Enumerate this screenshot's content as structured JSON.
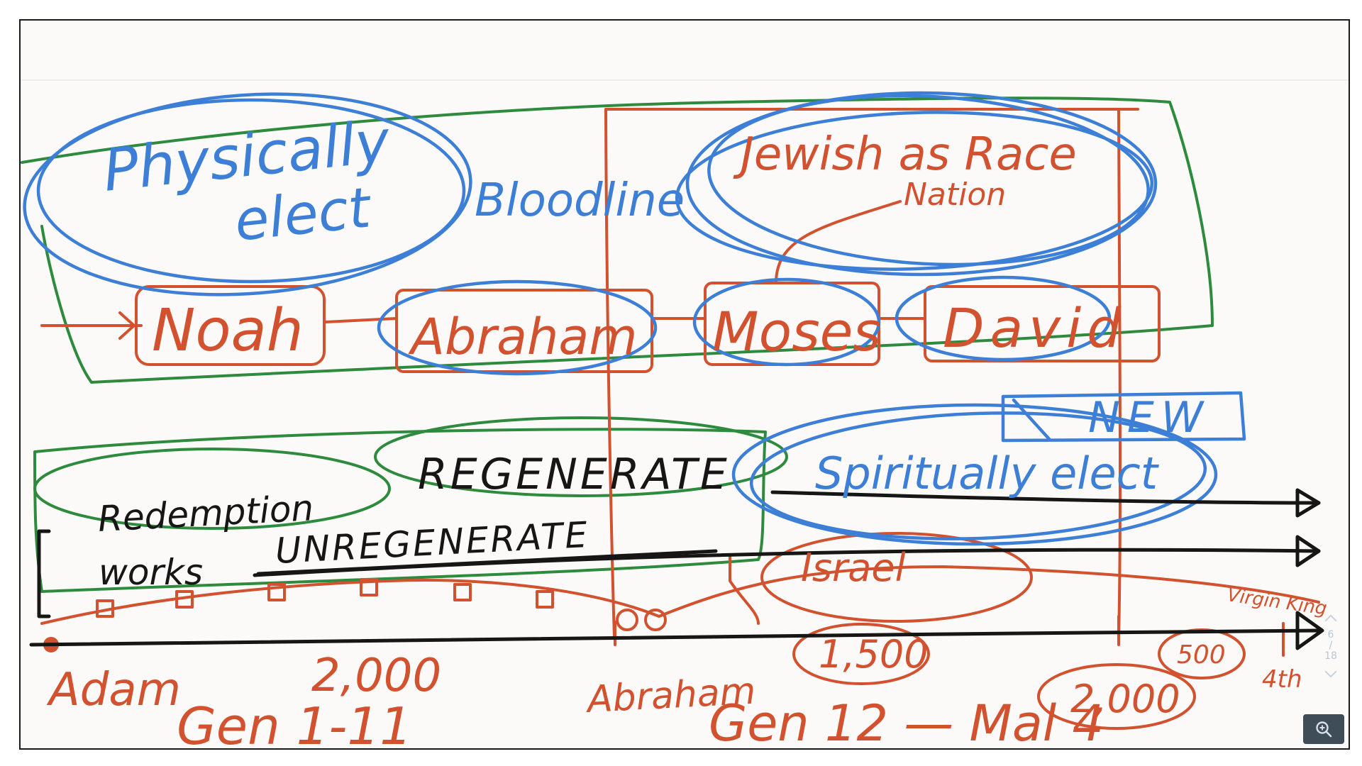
{
  "colors": {
    "blue": "#3d7fd6",
    "red": "#d2512f",
    "green": "#2e8b3e",
    "black": "#161616"
  },
  "labels": {
    "physically_elect": [
      "Physically",
      "elect"
    ],
    "bloodline": "Bloodline",
    "jewish_as_race": "Jewish as Race",
    "nation": "Nation",
    "noah": "Noah",
    "abraham_box": "Abraham",
    "moses": "Moses",
    "david": "David",
    "new": "NEW",
    "regenerate": "REGENERATE",
    "spiritually_elect": "Spiritually elect",
    "redemption": "Redemption",
    "works": "works",
    "unregenerate": "UNREGENERATE",
    "israel": "Israel",
    "virgin_king": "Virgin King",
    "adam": "Adam",
    "years_2000_left": "2,000",
    "gen_1_11": "Gen 1-11",
    "abraham_timeline": "Abraham",
    "years_1500": "1,500",
    "years_500": "500",
    "gen_12_mal4": "Gen 12 — Mal 4",
    "years_2000_right": "2,000",
    "years_4000": "4th"
  },
  "pager": {
    "current": "6",
    "total": "18"
  },
  "icons": {
    "zoom": "zoom-in-icon",
    "up": "chevron-up-icon",
    "down": "chevron-down-icon"
  }
}
